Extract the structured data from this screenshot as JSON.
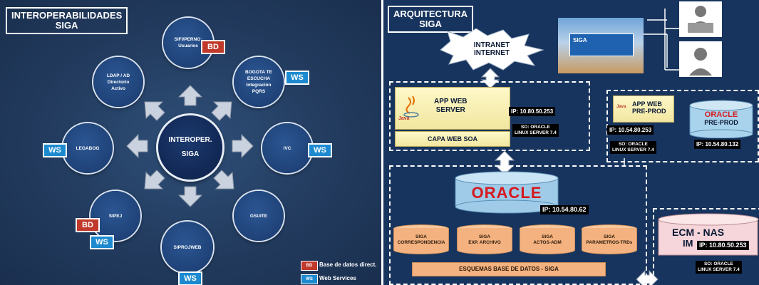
{
  "left": {
    "title": "INTEROPERABILIDADES\nSIGA",
    "center": "INTEROPER.\nSIGA",
    "nodes": {
      "sifi": "SIFI/PERNO:\nUsuarios",
      "bogota": "BOGOTA TE\nESCUCHA\nIntegración\nPQRS",
      "ivc": "IVC",
      "gsuite": "GSUITE",
      "siprojweb": "SIPROJWEB",
      "sipej": "SIPEJ",
      "legabog": "LEGABOG",
      "ldap": "LDAP / AD\nDirectorio\nActivo"
    },
    "badges": {
      "ws": "WS",
      "bd": "BD"
    },
    "legend": {
      "bd_label": "Base de datos direct.",
      "ws_label": "Web Services"
    },
    "colors": {
      "ws": "#1d8ad0",
      "bd": "#c0392b"
    }
  },
  "right": {
    "title": "ARQUITECTURA\nSIGA",
    "cloud": "INTRANET\nINTERNET",
    "siga_logo": "SIGA",
    "app_web": "APP WEB\nSERVER",
    "java": "Java",
    "ip_app": "IP: 10.80.50.253",
    "so_app": "SO: ORACLE\nLINUX SERVER 7.4",
    "capa_web": "CAPA WEB SOA",
    "app_preprod": "APP WEB\nPRE-PROD",
    "ip_preprod": "IP: 10.54.80.253",
    "so_preprod": "SO: ORACLE\nLINUX SERVER 7.4",
    "oracle_preprod_logo": "ORACLE",
    "oracle_preprod_label": "PRE-PROD",
    "ip_oracle_preprod": "IP: 10.54.80.132",
    "oracle_main": "ORACLE",
    "ip_oracle": "IP: 10.54.80.62",
    "schemas": [
      "SIGA\nCORRESPONDENCIA",
      "SIGA\nEXP. ARCHIVO",
      "SIGA\nACTOS-ADM",
      "SIGA\nPARAMETROS-TRDs"
    ],
    "esquemas": "ESQUEMAS BASE DE DATOS - SIGA",
    "ecm": "ECM - NAS",
    "ecm_sub": "IM",
    "ip_ecm": "IP: 10.80.50.253",
    "so_ecm": "SO: ORACLE\nLINUX SERVER 7.4"
  }
}
